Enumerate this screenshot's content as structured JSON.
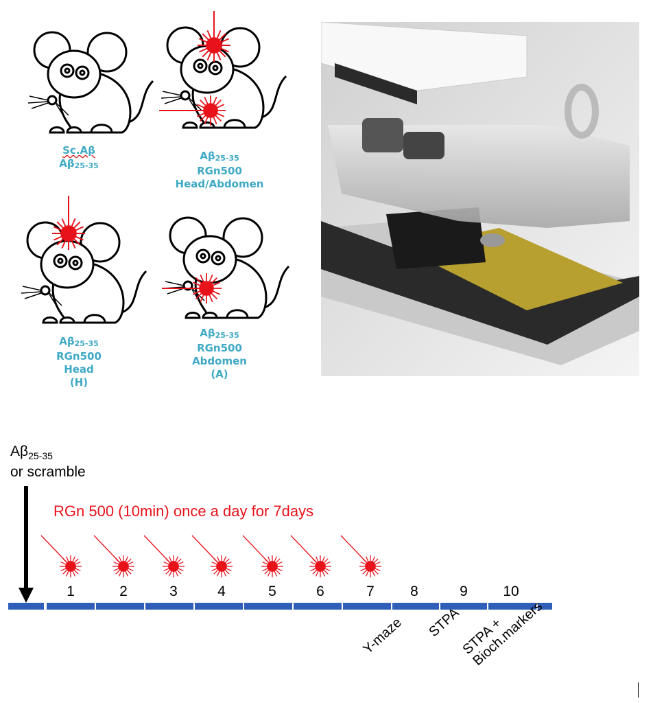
{
  "groups": [
    {
      "line1": "Sc.Aβ",
      "line2_base": "Aβ",
      "line2_sub": "25-35"
    },
    {
      "line1_base": "Aβ",
      "line1_sub": "25-35",
      "line2": "RGn500",
      "line3": "Head/Abdomen"
    },
    {
      "line1_base": "Aβ",
      "line1_sub": "25-35",
      "line2": "RGn500",
      "line3": "Head",
      "line4": "(H)"
    },
    {
      "line1_base": "Aβ",
      "line1_sub": "25-35",
      "line2": "RGn500",
      "line3": "Abdomen",
      "line4": "(A)"
    }
  ],
  "timeline": {
    "injection_base": "Aβ",
    "injection_sub": "25-35",
    "injection_line2": "or scramble",
    "treatment": "RGn 500 (10min) once a day for 7days",
    "days": [
      "1",
      "2",
      "3",
      "4",
      "5",
      "6",
      "7",
      "8",
      "9",
      "10"
    ],
    "tests": [
      "Y-maze",
      "STPA",
      "STPA +",
      "Bioch.markers"
    ]
  },
  "colors": {
    "label": "#3fa9c4",
    "laser": "#e8121b",
    "bar": "#2f5fb8"
  }
}
